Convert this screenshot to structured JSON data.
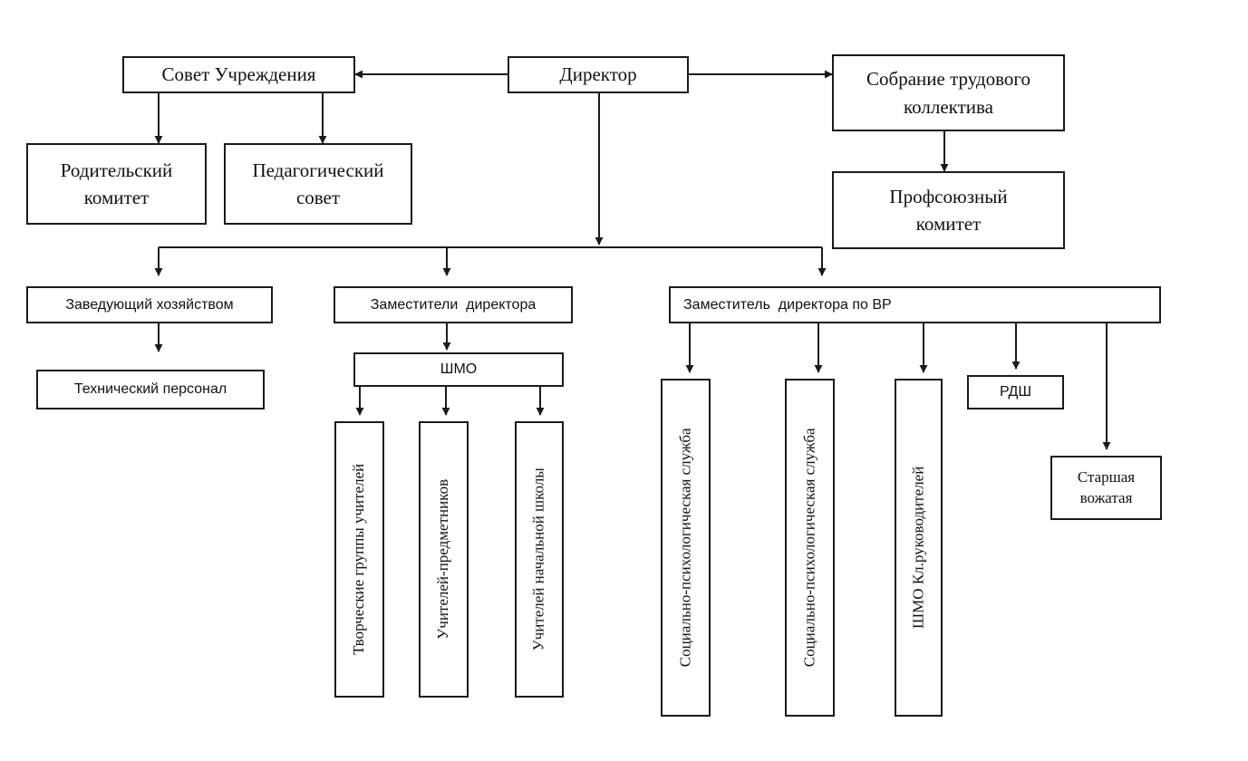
{
  "diagram": {
    "director": "Директор",
    "council": "Совет Учреждения",
    "assembly": "Собрание трудового коллектива",
    "parent_committee": "Родительский комитет",
    "pedagogical_council": "Педагогический совет",
    "trade_union": "Профсоюзный комитет",
    "household_manager": "Заведующий хозяйством",
    "technical_staff": "Технический персонал",
    "deputy_directors": "Заместители  директора",
    "shmo": "ШМО",
    "creative_groups": "Творческие группы учителей",
    "subject_teachers": "Учителей-предметников",
    "primary_teachers": "Учителей начальной школы",
    "deputy_vr": "Заместитель  директора по ВР",
    "social_psych_1": "Социально-психологическая служба",
    "social_psych_2": "Социально-психологическая служба",
    "shmo_class": "ШМО Кл.руководителей",
    "rdsh": "РДШ",
    "senior_counselor": "Старшая вожатая"
  },
  "colors": {
    "line": "#1a1a1a",
    "background": "#ffffff"
  }
}
